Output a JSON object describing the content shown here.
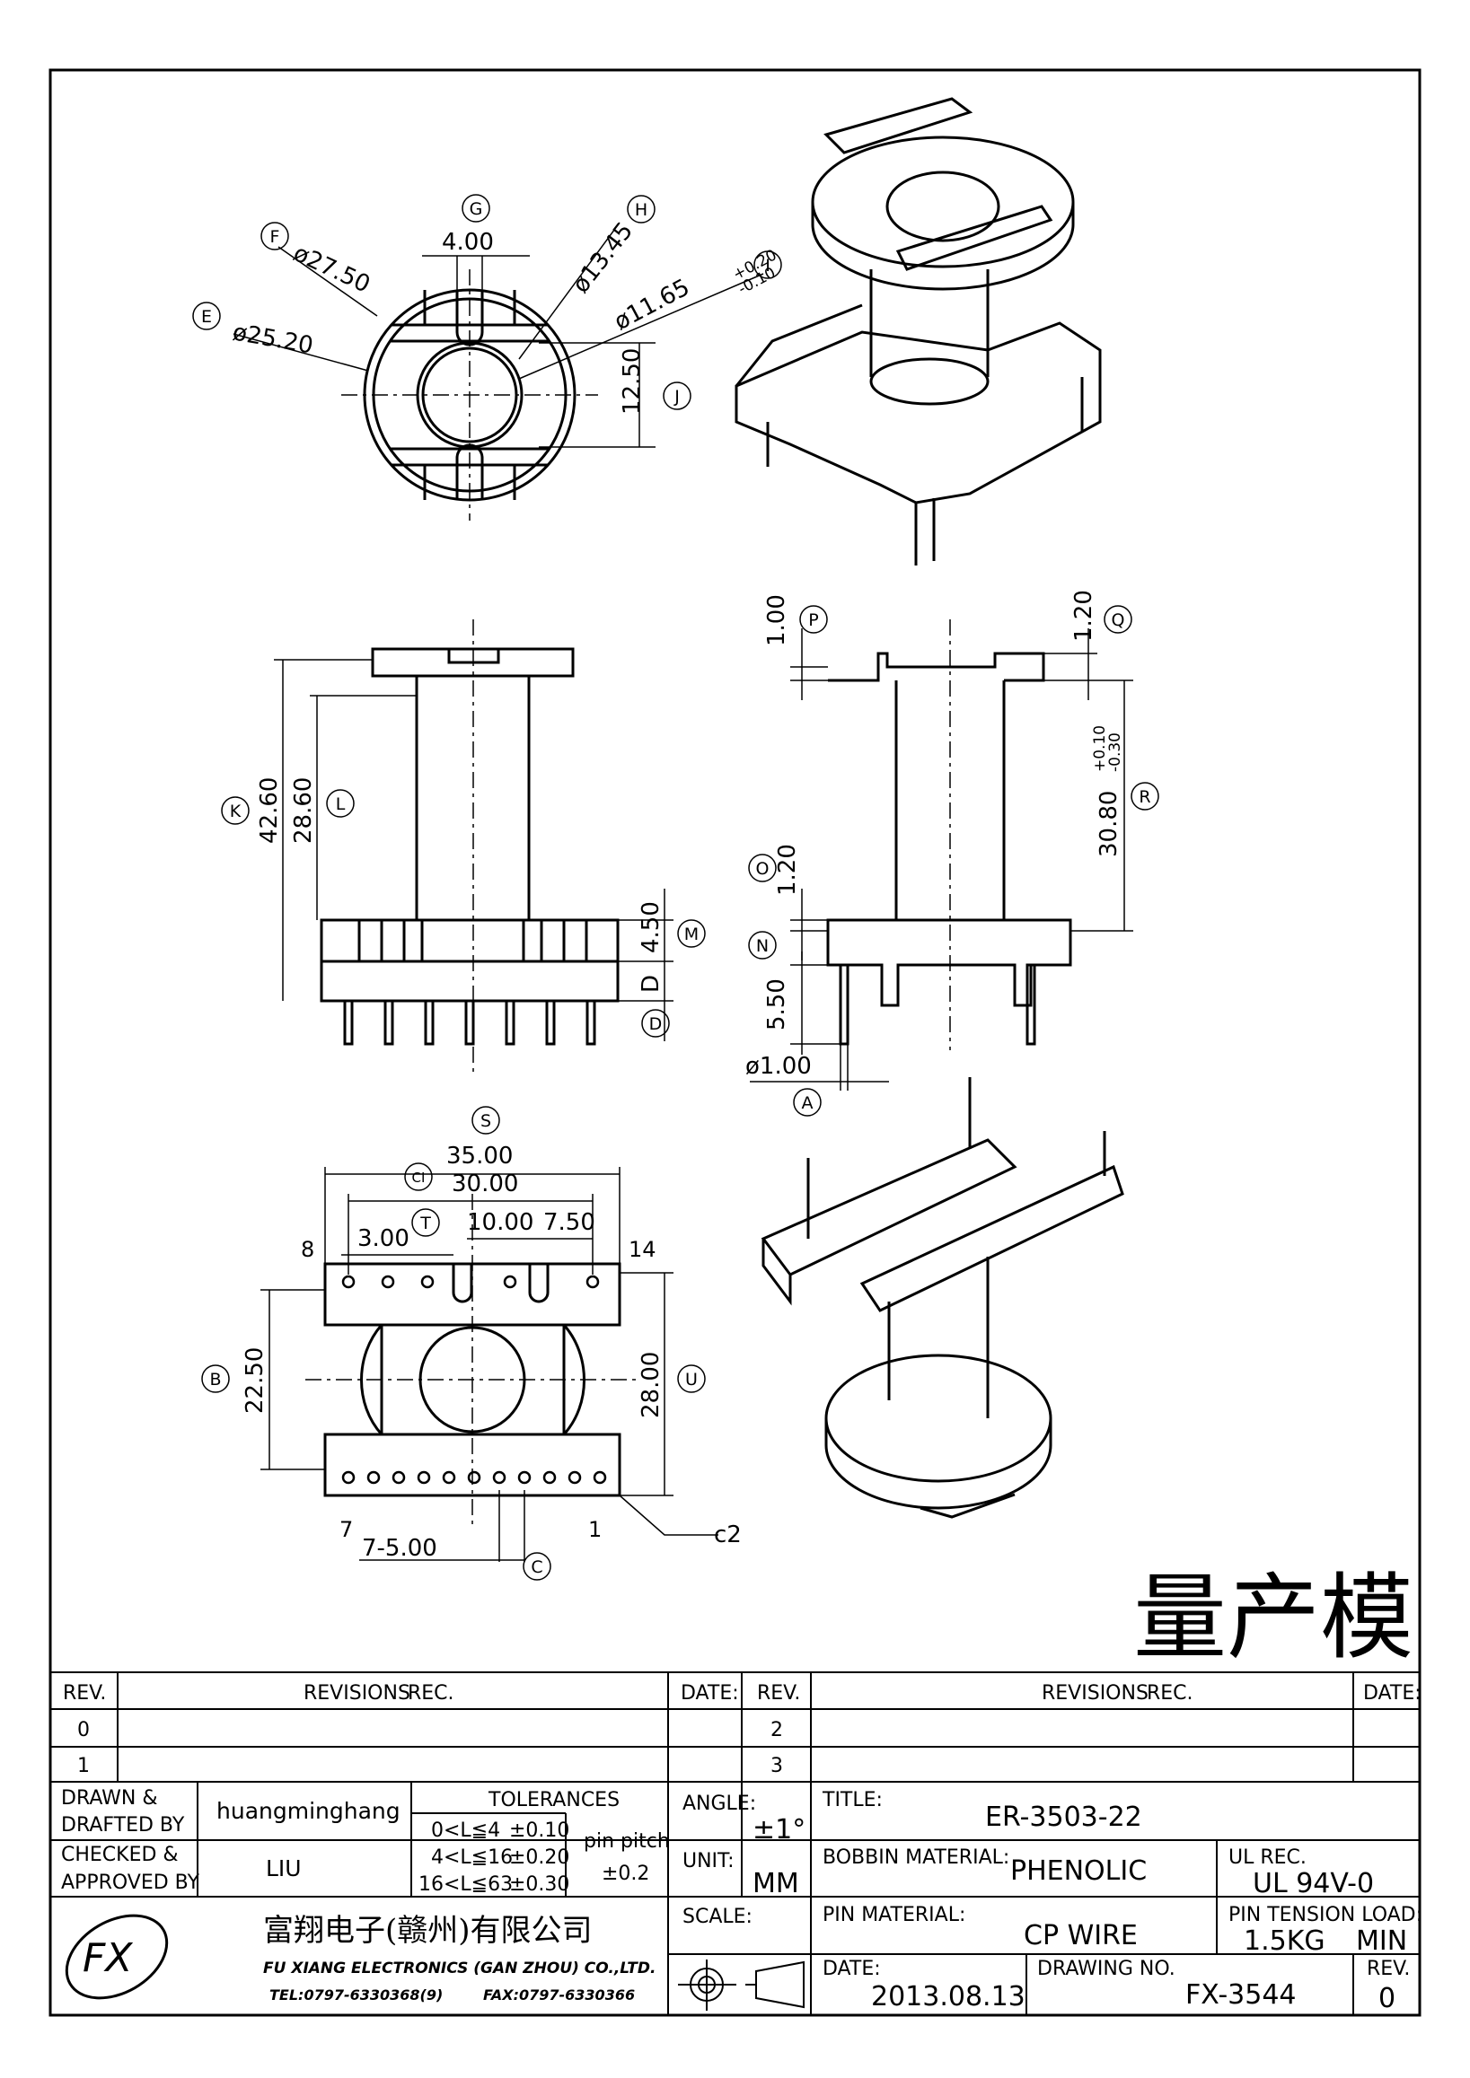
{
  "drawing": {
    "dims": {
      "d_g": "4.00",
      "d_f": "ø27.50",
      "d_h": "ø13.45",
      "d_i": "ø11.65",
      "d_i_tol_up": "+0.20",
      "d_i_tol_dn": "-0.10",
      "d_e": "ø25.20",
      "d_j": "12.50",
      "d_k": "42.60",
      "d_l": "28.60",
      "d_m": "4.50",
      "d_d": "D",
      "d_p": "1.00",
      "d_q": "1.20",
      "d_r": "30.80",
      "d_r_tol_up": "+0.10",
      "d_r_tol_dn": "-0.30",
      "d_o": "1.20",
      "d_n": "5.50",
      "d_a": "ø1.00",
      "d_s": "35.00",
      "d_ci": "30.00",
      "d_t": "3.00",
      "d_t2": "10.00",
      "d_t3": "7.50",
      "d_b": "22.50",
      "d_u": "28.00",
      "d_c": "7-5.00",
      "d_c2": "c2"
    },
    "circles": {
      "a": "A",
      "b": "B",
      "c": "C",
      "ci": "CI",
      "d": "D",
      "e": "E",
      "f": "F",
      "g": "G",
      "h": "H",
      "i": "I",
      "j": "J",
      "k": "K",
      "l": "L",
      "m": "M",
      "n": "N",
      "o": "O",
      "p": "P",
      "q": "Q",
      "r": "R",
      "s": "S",
      "t": "T",
      "u": "U"
    },
    "pins": {
      "p8": "8",
      "p14": "14",
      "p7": "7",
      "p1": "1"
    },
    "stamp": "量产模"
  },
  "title_block": {
    "rev_header": "REV.",
    "revisions_header": "REVISIONS",
    "rec_header": "REC.",
    "date_header": "DATE:",
    "rev_rows_left": [
      "0",
      "1"
    ],
    "rev_rows_right": [
      "2",
      "3"
    ],
    "drawn_label_1": "DRAWN &",
    "drawn_label_2": "DRAFTED BY",
    "drawn_value": "huangminghang",
    "checked_label_1": "CHECKED &",
    "checked_label_2": "APPROVED BY",
    "checked_value": "LIU",
    "tolerances_header": "TOLERANCES",
    "tol_rows": [
      {
        "range": "0<L≦4",
        "value": "±0.10"
      },
      {
        "range": "4<L≦16",
        "value": "±0.20"
      },
      {
        "range": "16<L≦63",
        "value": "±0.30"
      }
    ],
    "pin_pitch_label": "pin pitch",
    "pin_pitch_value": "±0.2",
    "angle_label": "ANGLE:",
    "angle_value": "±1°",
    "unit_label": "UNIT:",
    "unit_value": "MM",
    "scale_label": "SCALE:",
    "title_label": "TITLE:",
    "title_value": "ER-3503-22",
    "bobbin_label": "BOBBIN MATERIAL:",
    "bobbin_value": "PHENOLIC",
    "ul_label": "UL REC.",
    "ul_value": "UL 94V-0",
    "pin_material_label": "PIN MATERIAL:",
    "pin_material_value": "CP WIRE",
    "pin_tension_label": "PIN TENSION LOAD:",
    "pin_tension_value": "1.5KG",
    "pin_tension_min": "MIN",
    "date_label": "DATE:",
    "date_value": "2013.08.13",
    "drawing_no_label": "DRAWING NO.",
    "drawing_no_value": "FX-3544",
    "rev_label": "REV.",
    "rev_value": "0",
    "company_cn": "富翔电子(赣州)有限公司",
    "company_en": "FU XIANG ELECTRONICS (GAN ZHOU) CO.,LTD.",
    "tel": "TEL:0797-6330368(9)",
    "fax": "FAX:0797-6330366",
    "logo_text": "FX"
  }
}
